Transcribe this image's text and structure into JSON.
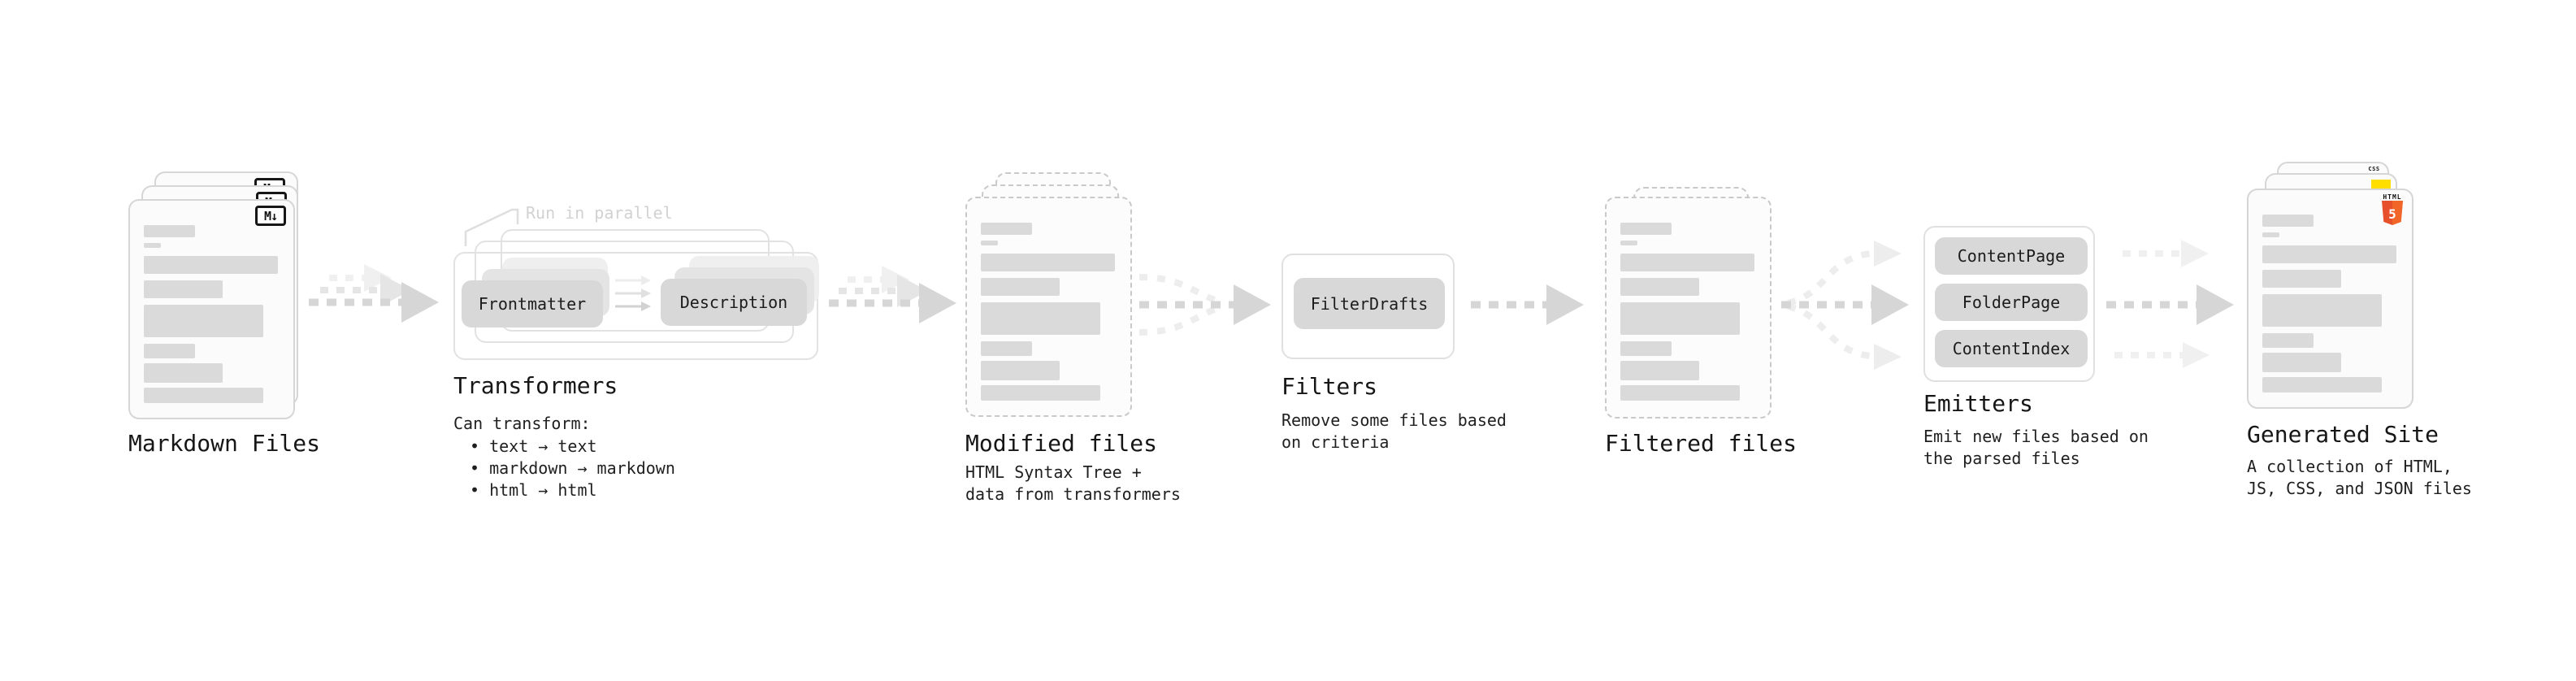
{
  "nodes": {
    "markdown": {
      "label": "Markdown Files",
      "icon": "M↓"
    },
    "transformers": {
      "label": "Transformers",
      "annotation": "Run in parallel",
      "pill_left": "Frontmatter",
      "pill_right": "Description",
      "caption": "Can transform:",
      "bullets": [
        "• text → text",
        "• markdown → markdown",
        "• html → html"
      ]
    },
    "modified": {
      "label": "Modified files",
      "sub": [
        "HTML Syntax Tree +",
        "data from transformers"
      ]
    },
    "filters": {
      "label": "Filters",
      "pill": "FilterDrafts",
      "sub": [
        "Remove some files based",
        "on criteria"
      ]
    },
    "filtered": {
      "label": "Filtered files"
    },
    "emitters": {
      "label": "Emitters",
      "pills": [
        "ContentPage",
        "FolderPage",
        "ContentIndex"
      ],
      "sub": [
        "Emit new files based on",
        "the parsed files"
      ]
    },
    "generated": {
      "label": "Generated Site",
      "sub": [
        "A collection of HTML,",
        "JS, CSS, and JSON files"
      ],
      "badges": {
        "css": "CSS",
        "html_word": "HTML",
        "html_five": "5"
      }
    }
  },
  "colors": {
    "html5_orange": "#E6502B",
    "html5_orange_light": "#F16529",
    "js_yellow": "#FFDE00",
    "css_blue": "#2B63E8",
    "arrow_dark": "#D6D6D6",
    "arrow_light": "#F0F0F0"
  }
}
